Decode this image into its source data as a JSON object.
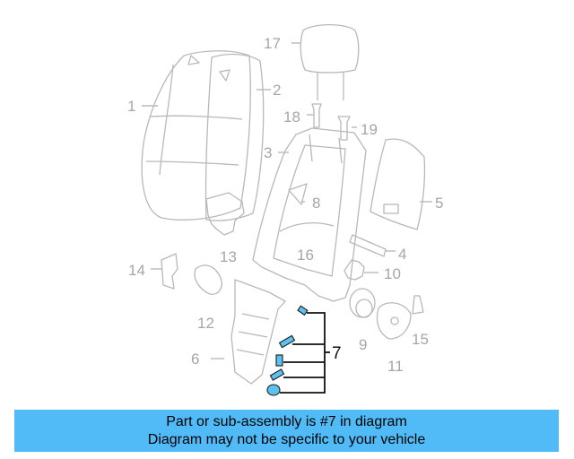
{
  "diagram": {
    "callouts": [
      "1",
      "2",
      "3",
      "4",
      "5",
      "6",
      "7",
      "8",
      "9",
      "10",
      "11",
      "12",
      "13",
      "14",
      "15",
      "16",
      "17",
      "18",
      "19"
    ],
    "highlight_callout": "7",
    "highlight_color": "#5bc1f0"
  },
  "banner": {
    "line1": "Part or sub-assembly is #7 in diagram",
    "line2": "Diagram may not be specific to your vehicle",
    "background": "#50bbf6"
  }
}
